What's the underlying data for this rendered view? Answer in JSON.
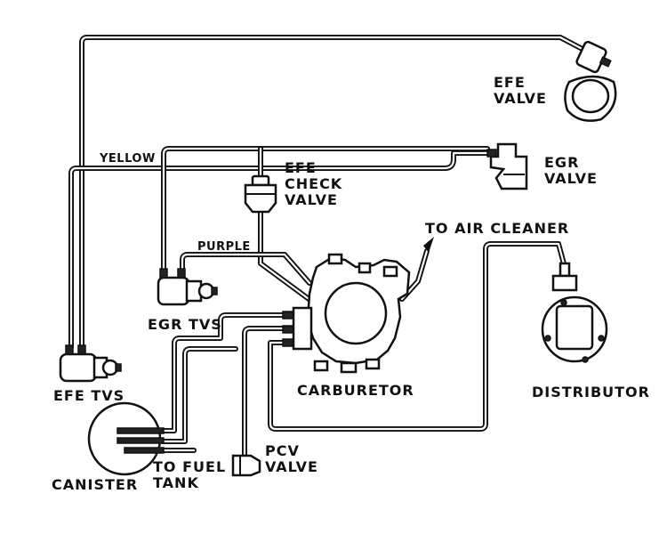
{
  "labels": {
    "efe_valve": "EFE\nVALVE",
    "egr_valve": "EGR\nVALVE",
    "efe_check_valve": "EFE\nCHECK\nVALVE",
    "yellow": "YELLOW",
    "purple": "PURPLE",
    "to_air_cleaner": "TO AIR CLEANER",
    "egr_tvs": "EGR TVS",
    "efe_tvs": "EFE TVS",
    "carburetor": "CARBURETOR",
    "distributor": "DISTRIBUTOR",
    "canister": "CANISTER",
    "to_fuel_tank": "TO FUEL\nTANK",
    "pcv_valve": "PCV\nVALVE"
  }
}
